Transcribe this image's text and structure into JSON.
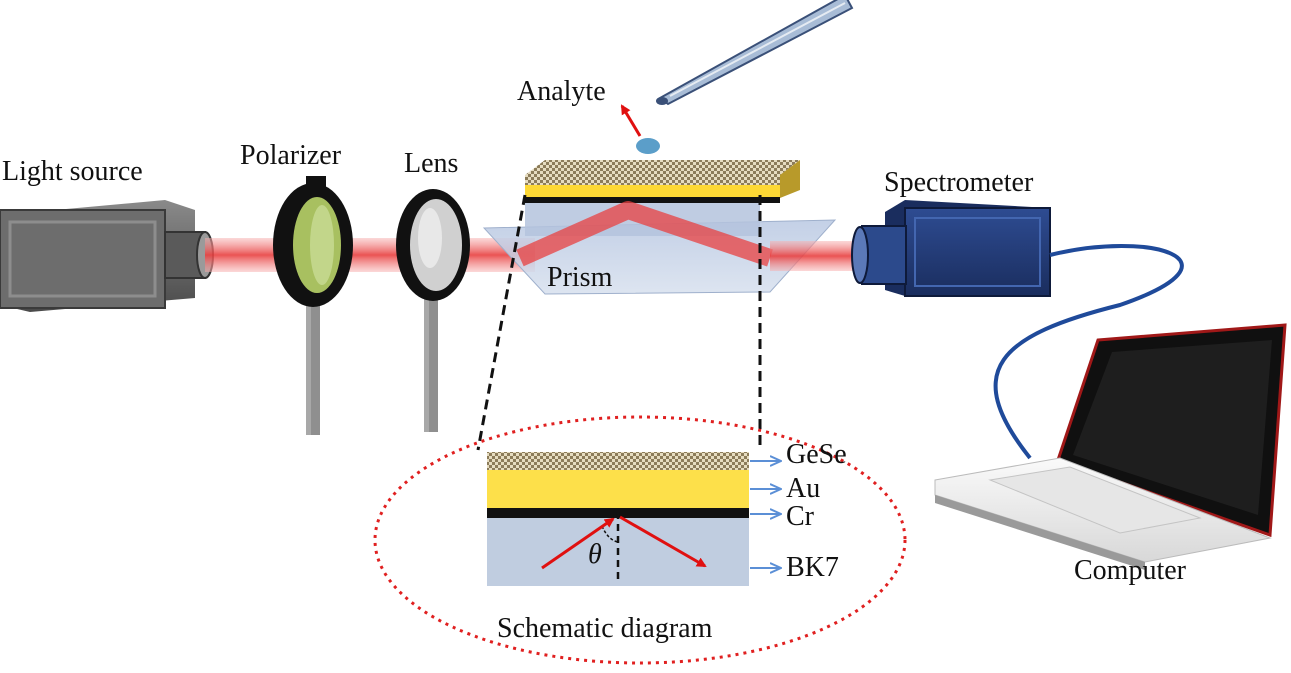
{
  "labels": {
    "analyte": "Analyte",
    "light_source": "Light source",
    "polarizer": "Polarizer",
    "lens": "Lens",
    "spectrometer": "Spectrometer",
    "prism": "Prism",
    "computer": "Computer",
    "schematic_diagram": "Schematic diagram"
  },
  "layers": [
    {
      "name": "GeSe",
      "color": "#c8b88a"
    },
    {
      "name": "Au",
      "color": "#fde04a"
    },
    {
      "name": "Cr",
      "color": "#111111"
    },
    {
      "name": "BK7",
      "color": "#c0cde0"
    }
  ],
  "angle_symbol": "θ",
  "colors": {
    "beam": "#e84040",
    "arrow_red": "#e01010",
    "arrow_blue": "#5b8fd6",
    "schematic_border": "#e02020",
    "cable": "#1f4a9a",
    "spectrometer_body": "#243c7a",
    "light_source_body": "#6b6b6b"
  }
}
